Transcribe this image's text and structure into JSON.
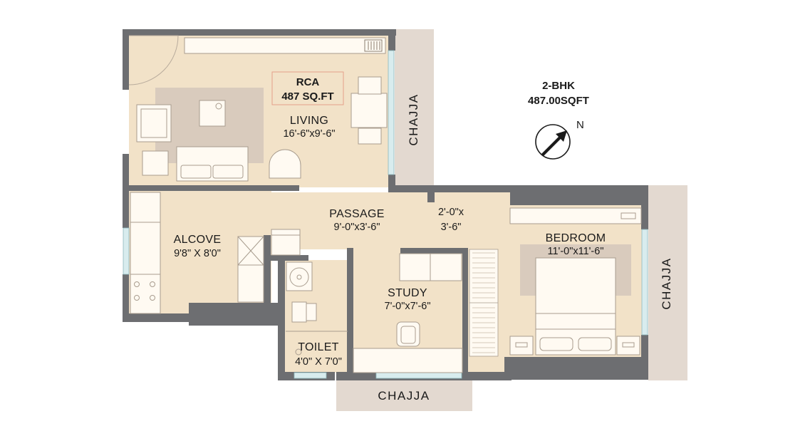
{
  "header": {
    "type_label": "2-BHK",
    "area_label": "487.00SQFT"
  },
  "rca": {
    "title": "RCA",
    "area": "487 SQ.FT"
  },
  "compass": {
    "north_label": "N",
    "icon": "north-arrow-icon"
  },
  "rooms": {
    "living": {
      "name": "LIVING",
      "size": "16'-6\"x9'-6\""
    },
    "passage": {
      "name": "PASSAGE",
      "size": "9'-0\"x3'-6\""
    },
    "passage_small": {
      "size_line1": "2'-0\"x",
      "size_line2": "3'-6\""
    },
    "alcove": {
      "name": "ALCOVE",
      "size": "9'8\" X 8'0\""
    },
    "study": {
      "name": "STUDY",
      "size": "7'-0\"x7'-6\""
    },
    "toilet": {
      "name": "TOILET",
      "size": "4'0\" X 7'0\""
    },
    "bedroom": {
      "name": "BEDROOM",
      "size": "11'-0\"x11'-6\""
    }
  },
  "chajja": {
    "top": "CHAJJA",
    "right": "CHAJJA",
    "bottom": "CHAJJA"
  },
  "colors": {
    "floor": "#f2e2c8",
    "wall": "#6d6e71",
    "chajja": "#e3d9d0",
    "rug": "#d9cbbd",
    "furniture_stroke": "#a89c8e",
    "window": "#d8ecee"
  }
}
